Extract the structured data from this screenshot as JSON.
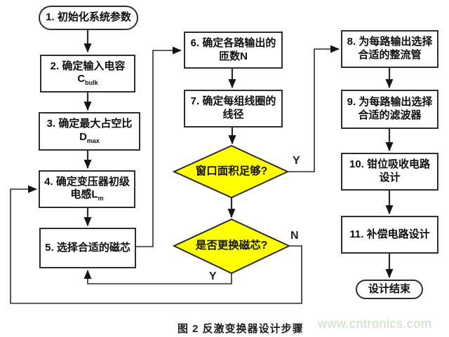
{
  "figure": {
    "caption": "图 2 反激变换器设计步骤",
    "watermark": "www.cntronics.com"
  },
  "colors": {
    "diamond_fill": "#ffff00",
    "line": "#2b2b2b",
    "box_border": "#2e2e2e",
    "watermark": "#c8dfc0"
  },
  "nodes": {
    "start": {
      "label": "1. 初始化系统参数"
    },
    "box2": {
      "line1": "2. 确定输入电容",
      "symbol_main": "C",
      "symbol_sub": "bulk"
    },
    "box3": {
      "line1": "3. 确定最大占空比",
      "symbol_main": "D",
      "symbol_sub": "max"
    },
    "box4": {
      "line1": "4. 确定变压器初级",
      "line2_prefix": "电感L",
      "line2_sub": "m"
    },
    "box5": {
      "label": "5. 选择合适的磁芯"
    },
    "box6": {
      "line1": "6. 确定各路输出的",
      "line2": "匝数N"
    },
    "box7": {
      "line1": "7. 确定每组线圈的",
      "line2": "线径"
    },
    "decision1": {
      "label": "窗口面积足够?",
      "yes_label": "Y"
    },
    "decision2": {
      "label": "是否更换磁芯?",
      "yes_label": "Y",
      "no_label": "N"
    },
    "box8": {
      "line1": "8. 为每路输出选择",
      "line2": "合适的整流管"
    },
    "box9": {
      "line1": "9. 为每路输出选择",
      "line2": "合适的滤波器"
    },
    "box10": {
      "line1": "10. 钳位吸收电路",
      "line2": "设计"
    },
    "box11": {
      "label": "11. 补偿电路设计"
    },
    "end": {
      "label": "设计结束"
    }
  },
  "flow": {
    "edges": [
      {
        "from": "start",
        "to": "box2"
      },
      {
        "from": "box2",
        "to": "box3"
      },
      {
        "from": "box3",
        "to": "box4"
      },
      {
        "from": "box4",
        "to": "box5"
      },
      {
        "from": "box5",
        "to": "box6"
      },
      {
        "from": "box6",
        "to": "box7"
      },
      {
        "from": "box7",
        "to": "decision1"
      },
      {
        "from": "decision1",
        "to": "box8",
        "label": "Y"
      },
      {
        "from": "decision1",
        "to": "decision2"
      },
      {
        "from": "decision2",
        "to": "box5",
        "label": "Y"
      },
      {
        "from": "decision2",
        "to": "box4",
        "label": "N"
      },
      {
        "from": "box8",
        "to": "box9"
      },
      {
        "from": "box9",
        "to": "box10"
      },
      {
        "from": "box10",
        "to": "box11"
      },
      {
        "from": "box11",
        "to": "end"
      }
    ]
  }
}
